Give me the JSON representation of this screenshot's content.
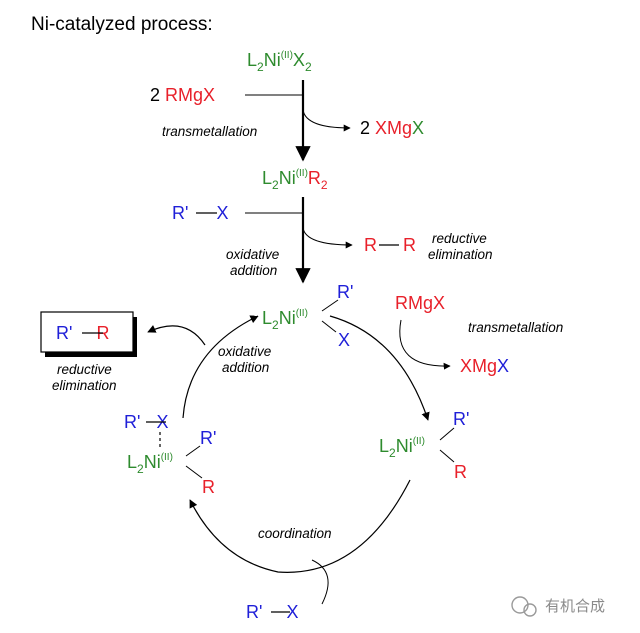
{
  "title": "Ni-catalyzed process:",
  "top": {
    "start": {
      "L": "L",
      "sub2": "2",
      "Ni": "Ni",
      "ox": "(II)",
      "X": "X",
      "subX": "2"
    },
    "reagent1": {
      "coef": "2 ",
      "text": "RMgX"
    },
    "step1_label": "transmetallation",
    "byproduct1": {
      "coef": "2 ",
      "x": "X",
      "mg": "Mg",
      "x2": "X"
    },
    "intermediate": {
      "L": "L",
      "sub2": "2",
      "Ni": "Ni",
      "ox": "(II)",
      "R": "R",
      "subR": "2"
    },
    "reagent2": {
      "r": "R'",
      "x": "X"
    },
    "step2_label": [
      "oxidative",
      "addition"
    ],
    "product_side": {
      "r1": "R",
      "r2": "R"
    },
    "step3_label": [
      "reductive",
      "elimination"
    ]
  },
  "cycle": {
    "top_complex": {
      "L": "L",
      "sub2": "2",
      "Ni": "Ni",
      "ox": "(II)",
      "R": "R'",
      "X": "X"
    },
    "reagent_right": "RMgX",
    "right_label": "transmetallation",
    "byproduct_right": {
      "x": "X",
      "mg": "Mg",
      "x2": "X"
    },
    "right_complex": {
      "L": "L",
      "sub2": "2",
      "Ni": "Ni",
      "ox": "(II)",
      "R1": "R'",
      "R2": "R"
    },
    "bottom_label": "coordination",
    "bottom_reagent": {
      "r": "R'",
      "x": "X"
    },
    "left_complex": {
      "rx_r": "R'",
      "rx_x": "X",
      "L": "L",
      "sub2": "2",
      "Ni": "Ni",
      "ox": "(II)",
      "R1": "R'",
      "R2": "R"
    },
    "left_label": [
      "oxidative",
      "addition"
    ],
    "product_box": {
      "r1": "R'",
      "r2": "R"
    },
    "product_label": [
      "reductive",
      "elimination"
    ]
  },
  "watermark": "有机合成",
  "colors": {
    "green": "#2e8b2e",
    "red": "#e8202a",
    "blue": "#1f1fd8"
  }
}
